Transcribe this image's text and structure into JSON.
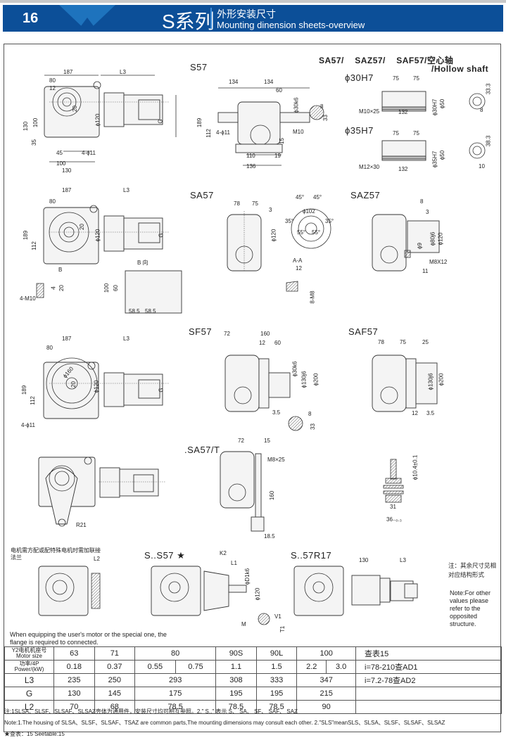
{
  "header": {
    "page_number": "16",
    "series_title": "S系列",
    "title_cn": "外形安装尺寸",
    "title_en": "Mounting dinension sheets-overview",
    "brand_color": "#0c4f98"
  },
  "drawings": {
    "s57_side": {
      "dims": [
        "187",
        "L3",
        "80",
        "12",
        "130",
        "100",
        "35",
        "20",
        "ϕ120",
        "G",
        "45",
        "4-ϕ11",
        "100",
        "130"
      ]
    },
    "s57_front": {
      "label": "S57",
      "dims": [
        "134",
        "134",
        "60",
        "ϕ30k6",
        "189",
        "112",
        "4-ϕ11",
        "M10",
        "15",
        "110",
        "19",
        "136",
        "8",
        "33"
      ]
    },
    "hollow_shaft": {
      "label_line1": "SA57/    SAZ57/    SAF57/空心轴",
      "label_line2": "/Hollow shaft",
      "variant_30": {
        "label": "ϕ30H7",
        "dims": [
          "75",
          "75",
          "M10×25",
          "132",
          "ϕ30H7",
          "ϕ50",
          "33.3",
          "8"
        ]
      },
      "variant_35": {
        "label": "ϕ35H7",
        "dims": [
          "75",
          "75",
          "M12×30",
          "132",
          "ϕ35H7",
          "ϕ50",
          "38.3",
          "10"
        ]
      }
    },
    "sa57_side": {
      "dims": [
        "187",
        "L3",
        "80",
        "189",
        "112",
        "20",
        "ϕ120",
        "G",
        "B",
        "4-M10",
        "4",
        "20"
      ],
      "b_view": {
        "label": "B 向",
        "dims": [
          "100",
          "60",
          "58.5",
          "58.5"
        ]
      }
    },
    "sa57_front": {
      "label": "SA57",
      "dims": [
        "78",
        "75",
        "3",
        "ϕ120"
      ],
      "flange_dims": [
        "45°",
        "45°",
        "ϕ102",
        "35°",
        "35°",
        "55°",
        "55°"
      ],
      "section": {
        "label": "A-A",
        "dims": [
          "12",
          "8-M8"
        ]
      }
    },
    "saz57": {
      "label": "SAZ57",
      "dims": [
        "8",
        "3",
        "ϕ9",
        "ϕ80j6",
        "ϕ120",
        "M8X12",
        "11"
      ]
    },
    "sf57_side": {
      "dims": [
        "187",
        "L3",
        "80",
        "189",
        "112",
        "ϕ160",
        "20",
        "ϕ120",
        "G",
        "4-ϕ11"
      ]
    },
    "sf57_front": {
      "label": "SF57",
      "dims": [
        "72",
        "160",
        "12",
        "60",
        "ϕ30k6",
        "ϕ130j6",
        "ϕ200",
        "3.5",
        "8",
        "33"
      ]
    },
    "saf57": {
      "label": "SAF57",
      "dims": [
        "78",
        "75",
        "25",
        "ϕ130j6",
        "ϕ200",
        "12",
        "3.5"
      ]
    },
    "torque_arm_side": {
      "dims": [
        "R21"
      ]
    },
    "sa57t": {
      "label": ".SA57/T",
      "dims": [
        "72",
        "15",
        "M8×25",
        "160",
        "18.5"
      ]
    },
    "bushing_detail": {
      "dims": [
        "ϕ10.4±0.1",
        "31",
        "36₋₀.₃"
      ]
    },
    "flange_note": {
      "cn": "电机需方配或配特殊电机时需加联接法兰",
      "en": "When equipping the user's motor or the special one, the flange is required to connected.",
      "dims": [
        "L2"
      ]
    },
    "ss57": {
      "label": "S..S57 ★",
      "dims": [
        "K2",
        "L1",
        "ϕD1k6",
        "ϕ120",
        "M",
        "V1",
        "T1"
      ]
    },
    "s57r17": {
      "label": "S..57R17",
      "dims": [
        "130",
        "L3"
      ]
    },
    "side_note": {
      "cn": "注：其余尺寸见相对应结构形式",
      "en": "Note:For other values please refer to the opposited structure."
    }
  },
  "spec_table": {
    "rows": [
      {
        "header": "Y2电机机座号 Motor size",
        "cells": [
          "63",
          "71",
          "80",
          "90S",
          "90L",
          "100"
        ],
        "ref": "查表15"
      },
      {
        "header": "功率/4P Power/(kW)",
        "cells": [
          "0.18",
          "0.37",
          [
            "0.55",
            "0.75"
          ],
          "1.1",
          "1.5",
          [
            "2.2",
            "3.0"
          ]
        ],
        "ref": "i=78-210查AD1"
      },
      {
        "header": "L3",
        "cells": [
          "235",
          "250",
          "293",
          "308",
          "333",
          "347"
        ],
        "ref": "i=7.2-78查AD2"
      },
      {
        "header": "G",
        "cells": [
          "130",
          "145",
          "175",
          "195",
          "195",
          "215"
        ],
        "ref": ""
      },
      {
        "header": "L2",
        "cells": [
          "70",
          "68",
          "78.5",
          "78.5",
          "78.5",
          "90"
        ],
        "ref": ""
      }
    ]
  },
  "footnotes": {
    "cn": "注:1SLSA、SLSF、SLSAF、SLSAZ壳体为通用件，安装尺寸均可相互参照。2.\" S..\" 表示  S、  SA、  SF、  SAF、  SAZ",
    "en": "Note:1.The housing of SLSA、SLSF、SLSAF、TSAZ are common parts,The mounting dimensions may consult each other. 2.\"SLS\"meanSLS、SLSA、SLSF、SLSAF、SLSAZ",
    "see_table": "★查表：15  Seetable:15"
  }
}
